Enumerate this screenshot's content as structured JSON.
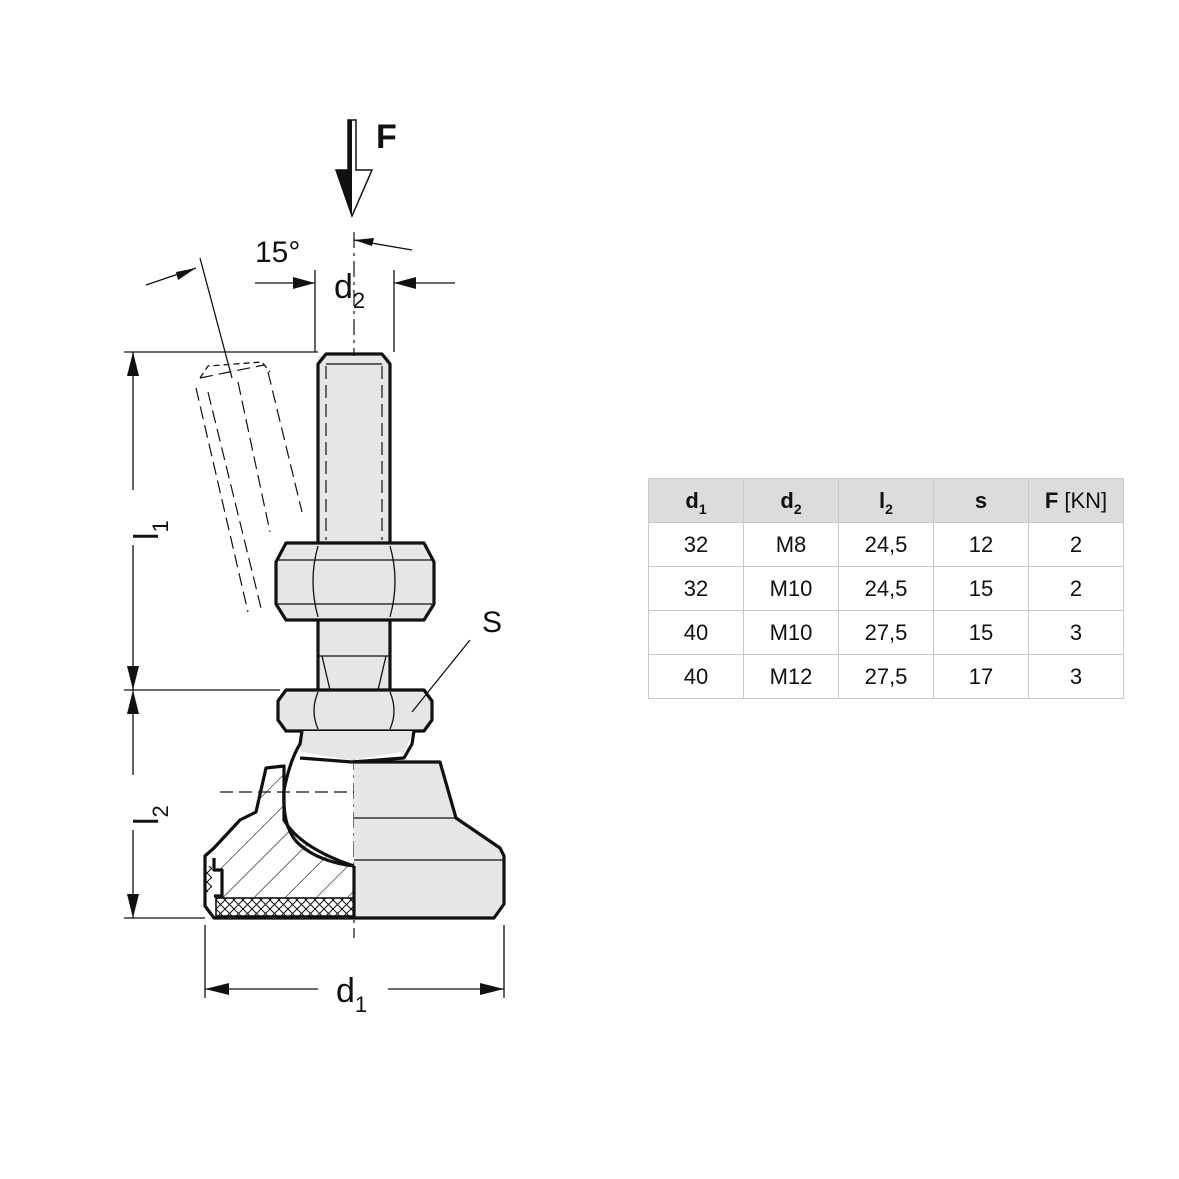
{
  "diagram": {
    "labels": {
      "force": "F",
      "angle": "15°",
      "d2": {
        "base": "d",
        "sub": "2"
      },
      "l1": {
        "base": "l",
        "sub": "1"
      },
      "l2": {
        "base": "l",
        "sub": "2"
      },
      "d1": {
        "base": "d",
        "sub": "1"
      },
      "s": "S"
    }
  },
  "table": {
    "headers": [
      {
        "base": "d",
        "sub": "1",
        "unit": ""
      },
      {
        "base": "d",
        "sub": "2",
        "unit": ""
      },
      {
        "base": "l",
        "sub": "2",
        "unit": ""
      },
      {
        "base": "s",
        "sub": "",
        "unit": ""
      },
      {
        "base": "F",
        "sub": "",
        "unit": " [KN]"
      }
    ],
    "rows": [
      [
        "32",
        "M8",
        "24,5",
        "12",
        "2"
      ],
      [
        "32",
        "M10",
        "24,5",
        "15",
        "2"
      ],
      [
        "40",
        "M10",
        "27,5",
        "15",
        "3"
      ],
      [
        "40",
        "M12",
        "27,5",
        "17",
        "3"
      ]
    ]
  }
}
